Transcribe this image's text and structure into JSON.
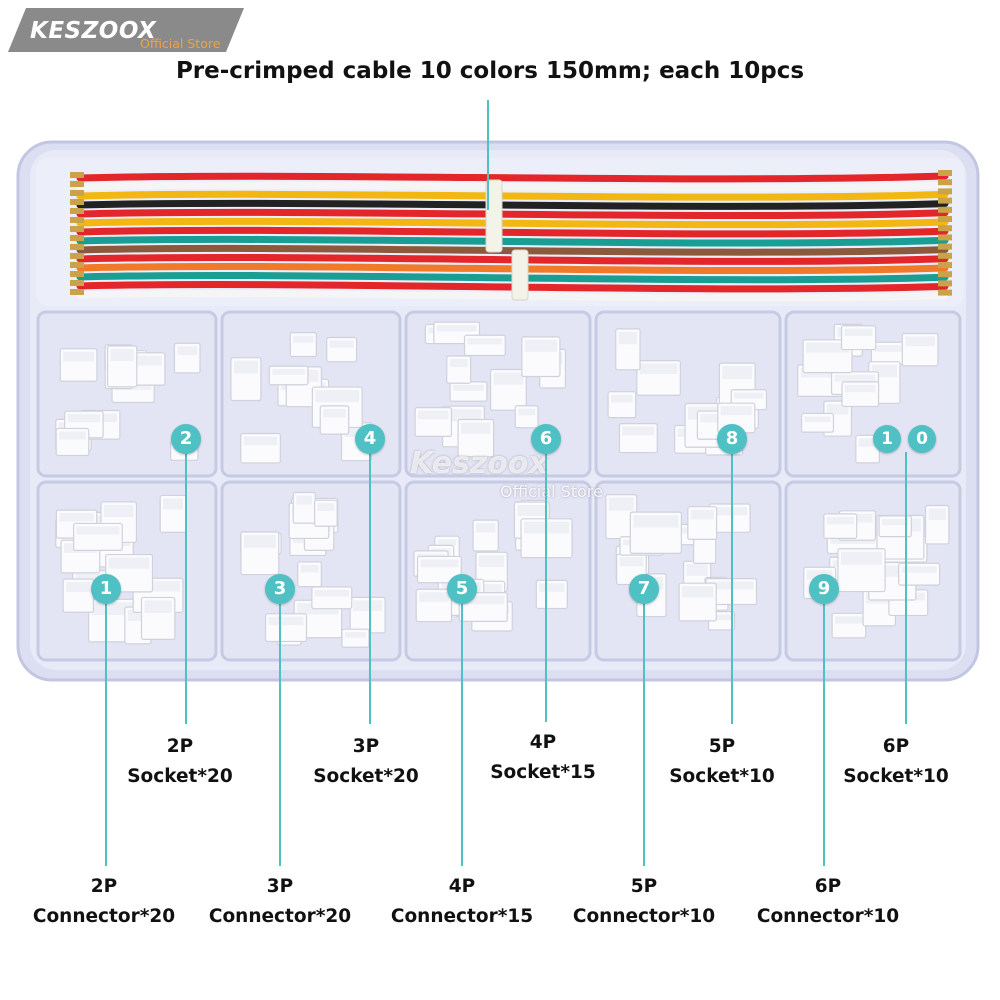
{
  "logo": {
    "brand": "KESZOOX",
    "subtitle": "Official Store"
  },
  "title": "Pre-crimped cable 10 colors 150mm; each 10pcs",
  "watermark": {
    "brand": "Keszoox",
    "subtitle": "Official Store"
  },
  "markers": [
    "1",
    "2",
    "3",
    "4",
    "5",
    "6",
    "7",
    "8",
    "9",
    "1",
    "0"
  ],
  "labels": {
    "socket_2p": {
      "line1": "2P",
      "line2": "Socket*20"
    },
    "socket_3p": {
      "line1": "3P",
      "line2": "Socket*20"
    },
    "socket_4p": {
      "line1": "4P",
      "line2": "Socket*15"
    },
    "socket_5p": {
      "line1": "5P",
      "line2": "Socket*10"
    },
    "socket_6p": {
      "line1": "6P",
      "line2": "Socket*10"
    },
    "conn_2p": {
      "line1": "2P",
      "line2": "Connector*20"
    },
    "conn_3p": {
      "line1": "3P",
      "line2": "Connector*20"
    },
    "conn_4p": {
      "line1": "4P",
      "line2": "Connector*15"
    },
    "conn_5p": {
      "line1": "5P",
      "line2": "Connector*10"
    },
    "conn_6p": {
      "line1": "6P",
      "line2": "Connector*10"
    }
  },
  "wire_colors": [
    "#e2262a",
    "#f5f5f5",
    "#f2b712",
    "#222222",
    "#e2262a",
    "#f2b712",
    "#e2262a",
    "#1a9d92",
    "#8b5a3c",
    "#e2262a",
    "#f07a2a",
    "#1a9d92"
  ],
  "box_color": "#dcdff2"
}
